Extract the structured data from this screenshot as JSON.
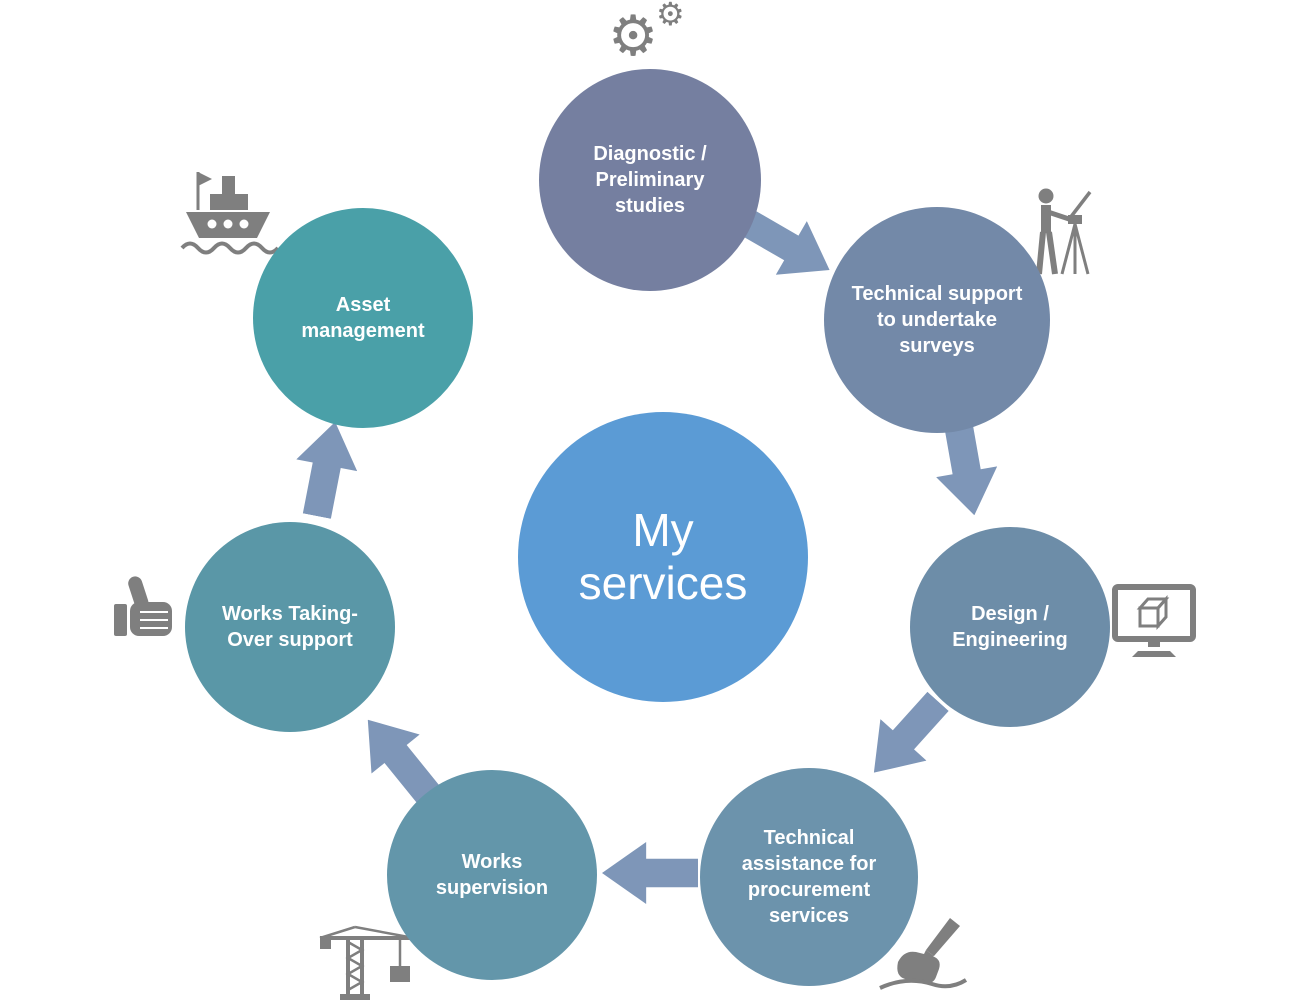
{
  "center": {
    "label": "My services",
    "color": "#5B9BD5"
  },
  "arrow_color": "#7E96B8",
  "icon_color": "#7F7F7F",
  "glyphs": {
    "gear": "⚙"
  },
  "nodes": [
    {
      "label": "Diagnostic / Preliminary studies",
      "color": "#757FA0",
      "icon": "gears-icon"
    },
    {
      "label": "Technical support to undertake surveys",
      "color": "#7389A8",
      "icon": "surveyor-icon"
    },
    {
      "label": "Design / Engineering",
      "color": "#6D8DA8",
      "icon": "cad-monitor-icon"
    },
    {
      "label": "Technical assistance for procurement services",
      "color": "#6C93AC",
      "icon": "signing-hand-icon"
    },
    {
      "label": "Works supervision",
      "color": "#6396AA",
      "icon": "crane-icon"
    },
    {
      "label": "Works Taking-Over support",
      "color": "#5A97A7",
      "icon": "thumbs-up-icon"
    },
    {
      "label": "Asset management",
      "color": "#4AA0A8",
      "icon": "ship-icon"
    }
  ]
}
